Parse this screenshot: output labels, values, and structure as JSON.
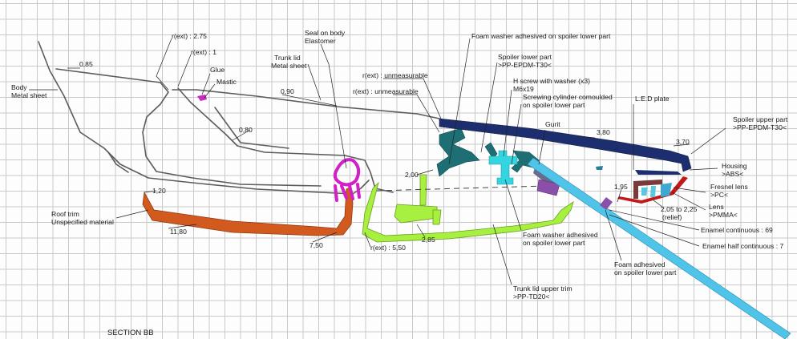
{
  "section_title": "SECTION BB",
  "labels": {
    "body_line1": "Body",
    "body_line2": "Metal sheet",
    "dim_085": "0,85",
    "r_ext_275": "r(ext) : 2.75",
    "r_ext_1": "r(ext) : 1",
    "glue": "Glue",
    "mastic": "Mastic",
    "seal_line1": "Seal on body",
    "seal_line2": "Elastomer",
    "trunk_lid_line1": "Trunk lid",
    "trunk_lid_line2": "Metal sheet",
    "dim_090": "0,90",
    "dim_080": "0,80",
    "r_ext_unmeas_1": "r(ext) : unmeasurable",
    "r_ext_unmeas_2": "r(ext) : unmeasurable",
    "foam_washer_top": "Foam washer adhesived on spoiler lower part",
    "spoiler_lower_line1": "Spoiler lower part",
    "spoiler_lower_line2": ">PP-EPDM-T30<",
    "h_screw_line1": "H screw with washer (x3)",
    "h_screw_line2": "M6x19",
    "screwing_line1": "Screwing cylinder comoulded",
    "screwing_line2": "on spoiler lower part",
    "gurit": "Gurit",
    "dim_380": "3,80",
    "led_plate": "L.E.D plate",
    "spoiler_upper_line1": "Spoiler upper part",
    "spoiler_upper_line2": ">PP-EPDM-T30<",
    "dim_370": "3,70",
    "housing_line1": "Housing",
    "housing_line2": ">ABS<",
    "fresnel_line1": "Fresnel lens",
    "fresnel_line2": ">PC<",
    "lens_line1": "Lens",
    "lens_line2": ">PMMA<",
    "dim_195": "1,95",
    "dim_205_line1": "2,05 to 2,25",
    "dim_205_line2": "(relief)",
    "enamel_69": "Enamel continuous : 69",
    "enamel_7": "Enamel half continuous : 7",
    "foam_adhesived_line1": "Foam adhesived",
    "foam_adhesived_line2": "on spoiler lower part",
    "foam_washer_bottom_line1": "Foam washer adhesived",
    "foam_washer_bottom_line2": "on spoiler lower part",
    "trunk_trim_line1": "Trunk lid upper trim",
    "trunk_trim_line2": ">PP-TD20<",
    "dim_200": "2,00",
    "dim_120": "1,20",
    "dim_1180": "11,80",
    "dim_750": "7,50",
    "r_ext_550": "r(ext) : 5,50",
    "dim_285": "2,85",
    "roof_trim_line1": "Roof trim",
    "roof_trim_line2": "Unspecified material"
  },
  "colors": {
    "body_metal": "#5c5c5c",
    "roof_trim": "#d35a1e",
    "trunk_trim": "#a8f040",
    "spoiler_lower": "#1d6f73",
    "spoiler_upper": "#1c2e6e",
    "glass": "#4fc3e8",
    "seal": "#d21fc8",
    "screw": "#33d6e0",
    "housing": "#a01818",
    "purple_foam": "#8a4fa8",
    "fresnel": "#58c8e0"
  }
}
